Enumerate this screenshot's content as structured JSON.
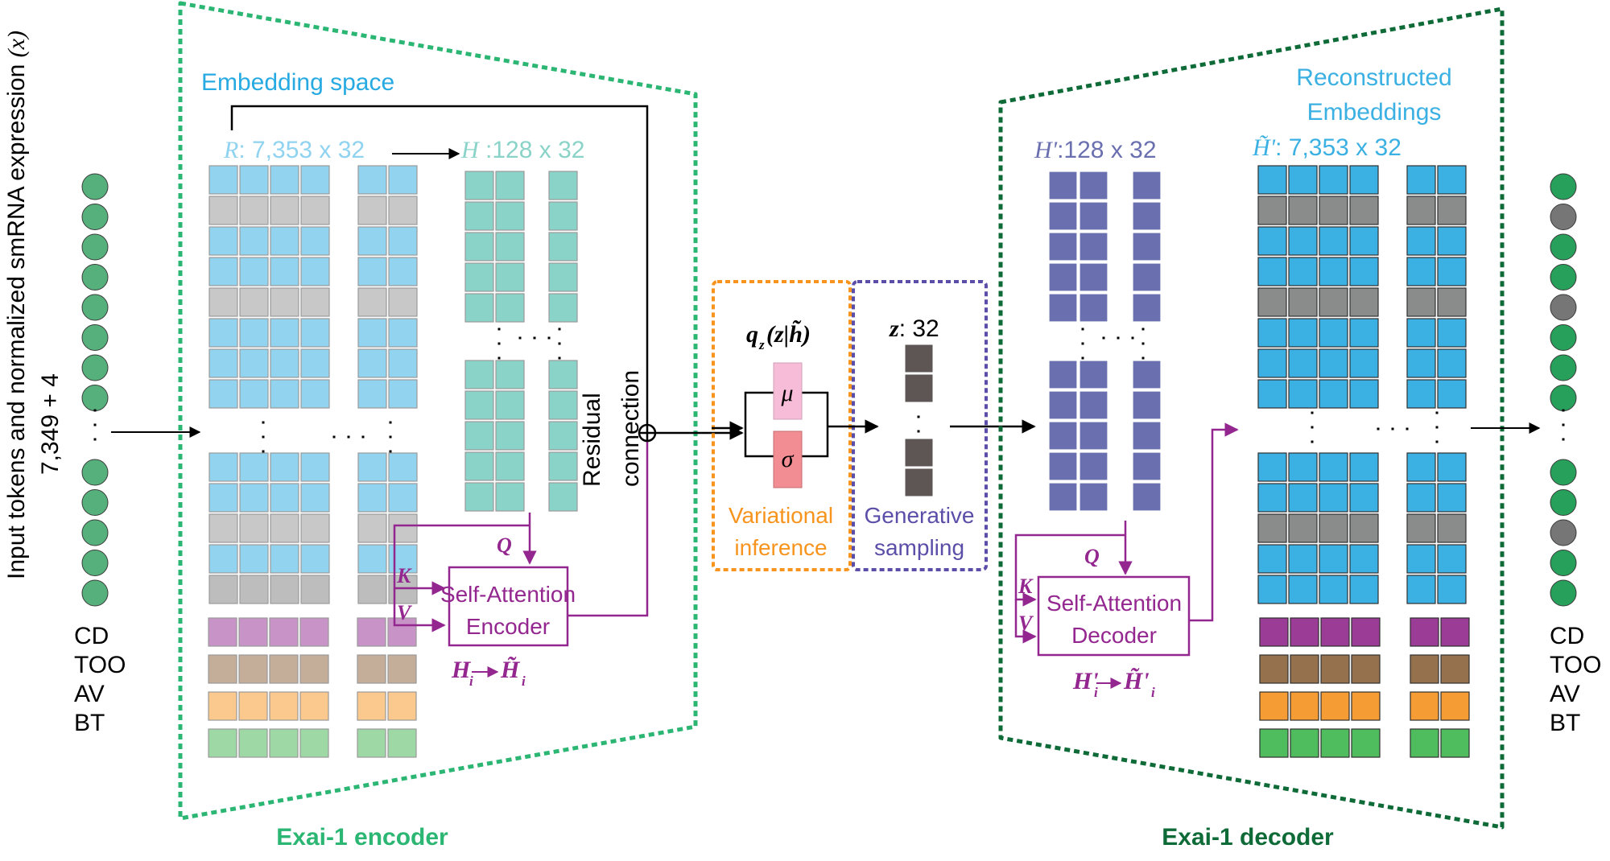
{
  "colors": {
    "encoder_border": "#2bb673",
    "decoder_border": "#0e6b38",
    "variational_border": "#f7941d",
    "generative_border": "#5b4ea8",
    "attention": "#93278f",
    "embedding_label": "#27aae1",
    "r_label": "#8fd3f0",
    "h_label": "#8dd3c7",
    "hprime_label": "#6a6fb0",
    "enc_blue": "#92d3ef",
    "enc_gray": "#c8c8c8",
    "enc_gray_dark": "#bdbdbd",
    "enc_cd": "#c893c7",
    "enc_too": "#c4ae9a",
    "enc_av": "#fbc98e",
    "enc_bt": "#9ed8a5",
    "h_teal": "#8ad3c8",
    "hprime_purple": "#6a6fb0",
    "dec_blue": "#3bb0e2",
    "dec_gray": "#8a8c8c",
    "dec_cd": "#9b3d96",
    "dec_too": "#95724d",
    "dec_av": "#f59c34",
    "dec_bt": "#4fbd5d",
    "mu_fill": "#f6bcd8",
    "sigma_fill": "#f28e93",
    "z_fill": "#5e5655",
    "node_green_in": "#56b07b",
    "node_green_out": "#26a05a",
    "node_gray_out": "#767676"
  },
  "input": {
    "axis_label": "Input tokens and normalized smRNA expression",
    "axis_var": "(x)",
    "count_label": "7,349 + 4",
    "top_nodes": [
      "expr",
      "expr",
      "expr",
      "expr",
      "expr",
      "expr",
      "expr",
      "expr"
    ],
    "bottom_nodes": [
      "expr",
      "expr",
      "expr",
      "expr",
      "expr"
    ],
    "tokens": [
      "CD",
      "TOO",
      "AV",
      "BT"
    ]
  },
  "encoder": {
    "title": "Exai-1 encoder",
    "embedding_label": "Embedding space",
    "r_symbol": "R",
    "r_dims": ": 7,353 x 32",
    "h_symbol": "H",
    "h_dims": " :128 x 32",
    "r_rows_top": [
      "blue",
      "gray",
      "blue",
      "blue",
      "gray",
      "blue",
      "blue",
      "blue"
    ],
    "r_rows_bottom": [
      "blue",
      "blue",
      "gray",
      "blue",
      "gray"
    ],
    "token_rows": [
      "cd",
      "too",
      "av",
      "bt"
    ],
    "residual_label_1": "Residual",
    "residual_label_2": "connection",
    "attention_box_line1": "Self-Attention",
    "attention_box_line2": "Encoder",
    "q_label": "Q",
    "k_label": "K",
    "v_label": "V",
    "transform_from": "H",
    "transform_to": "H̃",
    "transform_sub": "i"
  },
  "latent": {
    "posterior_label": "q",
    "posterior_sub": "z",
    "posterior_args": "(z|h̃)",
    "mu": "μ",
    "sigma": "σ",
    "variational_line1": "Variational",
    "variational_line2": "inference",
    "z_symbol": "z",
    "z_dims": ": 32",
    "generative_line1": "Generative",
    "generative_line2": "sampling"
  },
  "decoder": {
    "title": "Exai-1 decoder",
    "hprime_symbol": "H'",
    "hprime_dims": ":128 x 32",
    "recon_line1": "Reconstructed",
    "recon_line2": "Embeddings",
    "recon_symbol": "H̃'",
    "recon_dims": ": 7,353 x 32",
    "rows_top": [
      "blue",
      "gray",
      "blue",
      "blue",
      "gray",
      "blue",
      "blue",
      "blue"
    ],
    "rows_bottom": [
      "blue",
      "blue",
      "gray",
      "blue",
      "blue"
    ],
    "token_rows": [
      "cd",
      "too",
      "av",
      "bt"
    ],
    "attention_box_line1": "Self-Attention",
    "attention_box_line2": "Decoder",
    "q_label": "Q",
    "k_label": "K",
    "v_label": "V",
    "transform_from": "H'",
    "transform_to": "H̃'",
    "transform_sub": "i"
  },
  "output": {
    "top_nodes": [
      "green",
      "gray",
      "green",
      "green",
      "gray",
      "green",
      "green",
      "green"
    ],
    "bottom_nodes": [
      "green",
      "green",
      "gray",
      "green",
      "green"
    ],
    "tokens": [
      "CD",
      "TOO",
      "AV",
      "BT"
    ]
  }
}
